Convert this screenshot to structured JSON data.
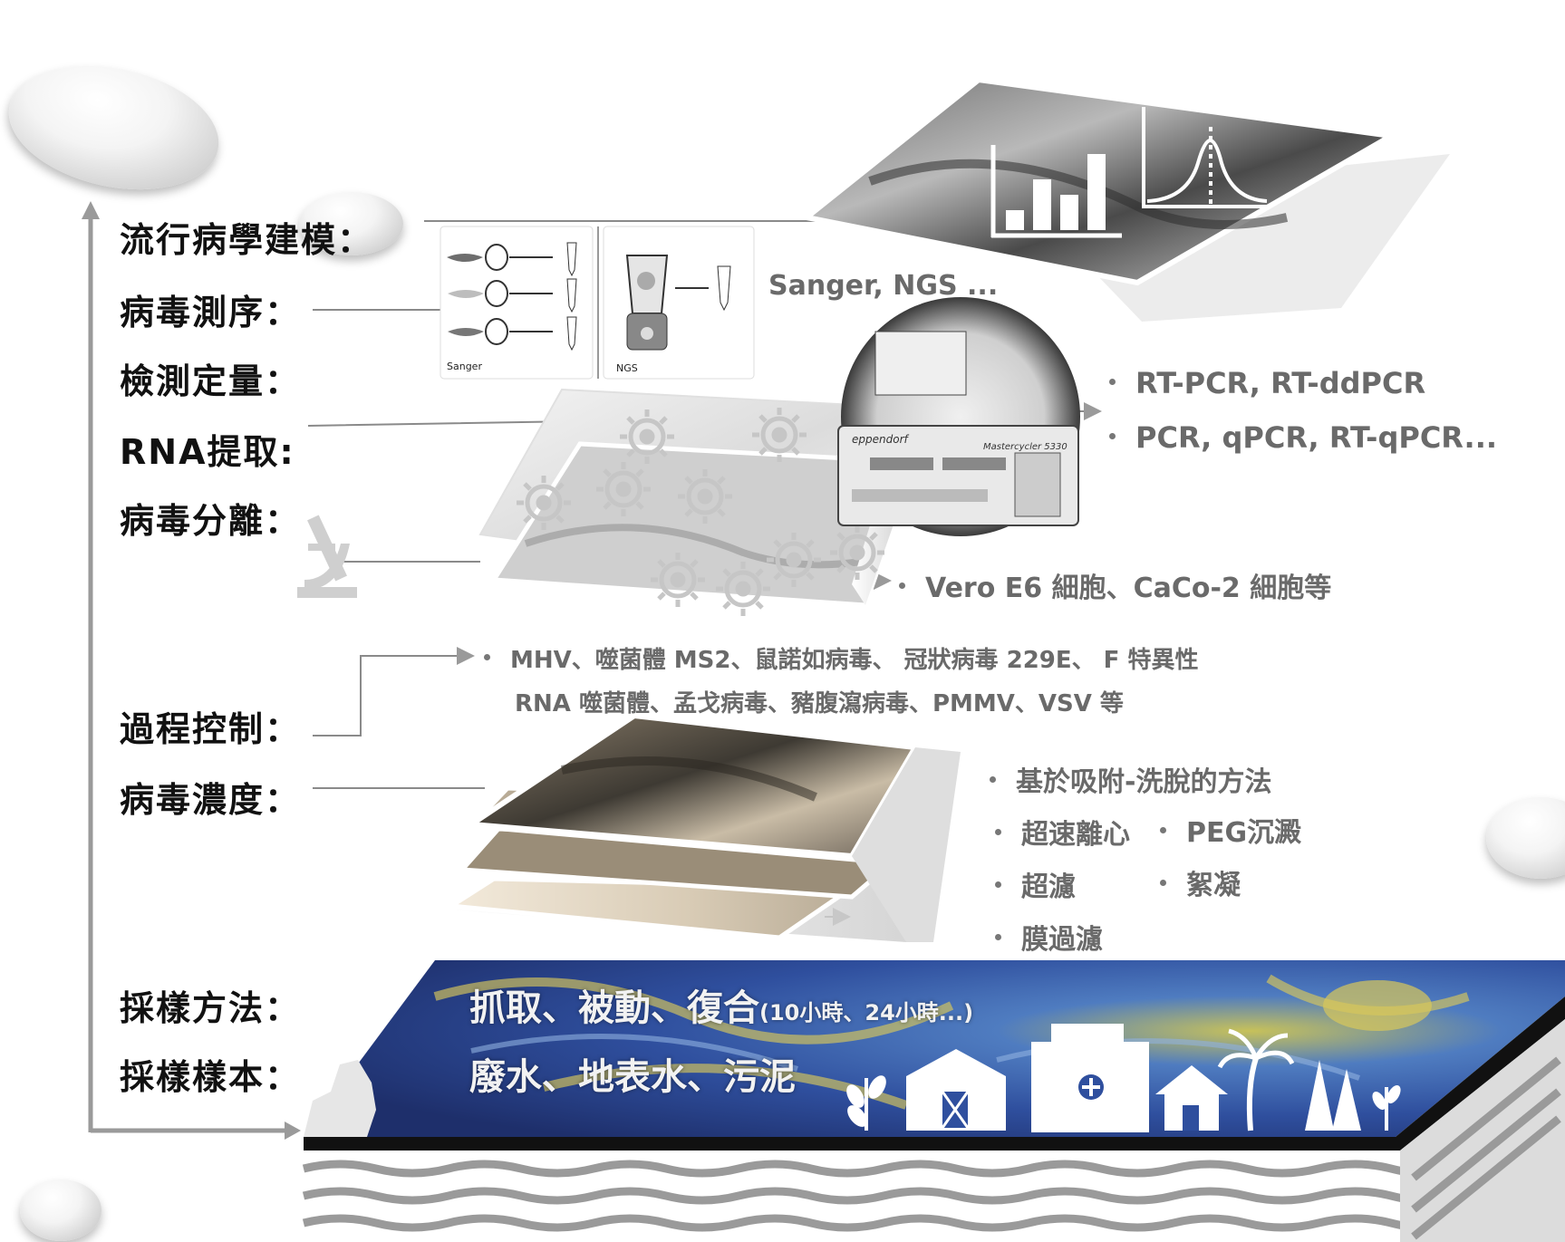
{
  "stages": [
    {
      "label": "流行病學建模："
    },
    {
      "label": "病毒測序："
    },
    {
      "label": "檢測定量："
    },
    {
      "label": "RNA提取:"
    },
    {
      "label": "病毒分離："
    },
    {
      "label": "過程控制："
    },
    {
      "label": "病毒濃度："
    },
    {
      "label": "採樣方法："
    },
    {
      "label": "採樣樣本："
    }
  ],
  "sequencing": {
    "methods_text": "Sanger, NGS ...",
    "sanger_label": "Sanger",
    "ngs_label": "NGS"
  },
  "quantification": {
    "items": [
      "RT-PCR, RT-ddPCR",
      "PCR, qPCR, RT-qPCR..."
    ],
    "machine_brand": "eppendorf",
    "machine_model": "Mastercycler 5330"
  },
  "isolation": {
    "cells_text": "Vero E6 細胞、CaCo-2 細胞等"
  },
  "process_control": {
    "line1": "MHV、噬菌體 MS2、鼠諾如病毒、 冠狀病毒 229E、 F 特異性",
    "line2": "RNA 噬菌體、孟戈病毒、豬腹瀉病毒、PMMV、VSV 等"
  },
  "concentration": {
    "items": [
      "基於吸附-洗脫的方法",
      "超速離心",
      "PEG沉澱",
      "超濾",
      "絮凝",
      "膜過濾"
    ]
  },
  "sampling": {
    "methods_main": "抓取、被動、復合",
    "methods_detail": "(10小時、24小時...)",
    "samples": "廢水、地表水、污泥"
  },
  "colors": {
    "label_text": "#111111",
    "note_text": "#6a6a6a",
    "arrow": "#9a9a9a",
    "water_blue": "#2d4fa0",
    "water_yellow": "#d8c85a"
  },
  "icons": [
    "bar-chart-icon",
    "bell-curve-icon",
    "microscope-icon",
    "virus-icon",
    "barn-icon",
    "hospital-icon",
    "house-icon",
    "palm-tree-icon",
    "pine-tree-icon",
    "plant-icon",
    "factory-icon"
  ]
}
